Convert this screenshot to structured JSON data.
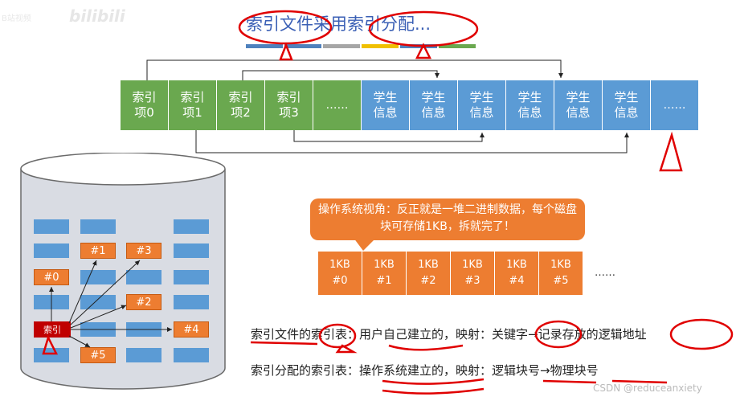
{
  "watermark_top": "B站视频",
  "logo": "bilibili",
  "title": "索引文件采用索引分配...",
  "title_bars": [
    "#4f81bd",
    "#4f81bd",
    "#a6a6a6",
    "#f0c000",
    "#4f81bd",
    "#6aa84f"
  ],
  "index_items": [
    {
      "line1": "索引",
      "line2": "项0"
    },
    {
      "line1": "索引",
      "line2": "项1"
    },
    {
      "line1": "索引",
      "line2": "项2"
    },
    {
      "line1": "索引",
      "line2": "项3"
    },
    {
      "line1": "……",
      "line2": ""
    }
  ],
  "student_items": [
    {
      "line1": "学生",
      "line2": "信息"
    },
    {
      "line1": "学生",
      "line2": "信息"
    },
    {
      "line1": "学生",
      "line2": "信息"
    },
    {
      "line1": "学生",
      "line2": "信息"
    },
    {
      "line1": "学生",
      "line2": "信息"
    },
    {
      "line1": "学生",
      "line2": "信息"
    },
    {
      "line1": "……",
      "line2": ""
    }
  ],
  "disk": {
    "index_label": "索引",
    "blocks": [
      "#0",
      "#1",
      "#3",
      "#2",
      "#4",
      "#5"
    ]
  },
  "callout": "操作系统视角：反正就是一堆二进制数据，每个磁盘块可存储1KB，拆就完了！",
  "kb_blocks": [
    {
      "size": "1KB",
      "id": "#0"
    },
    {
      "size": "1KB",
      "id": "#1"
    },
    {
      "size": "1KB",
      "id": "#2"
    },
    {
      "size": "1KB",
      "id": "#3"
    },
    {
      "size": "1KB",
      "id": "#4"
    },
    {
      "size": "1KB",
      "id": "#5"
    }
  ],
  "kb_more": "……",
  "line1": "索引文件的索引表：用户自己建立的，映射：关键字→记录存放的逻辑地址",
  "line2": "索引分配的索引表：操作系统建立的，映射：逻辑块号→物理块号",
  "watermark": "CSDN @reduceanxiety",
  "colors": {
    "green": "#6aa84f",
    "blue": "#5b9bd5",
    "orange": "#ed7d31",
    "red": "#c00000",
    "annotation": "#e00000"
  }
}
